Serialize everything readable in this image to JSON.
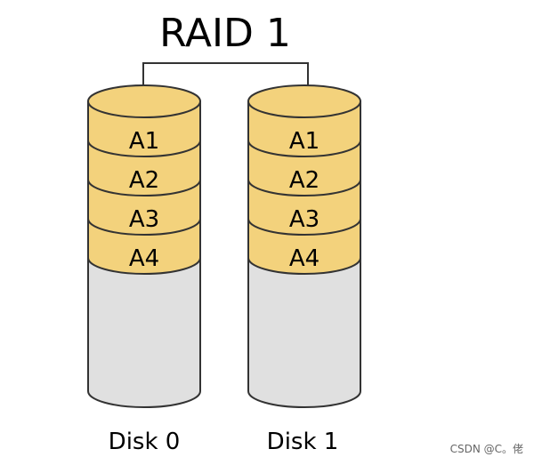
{
  "title": "RAID 1",
  "disks": [
    {
      "name": "Disk 0",
      "blocks": [
        "A1",
        "A2",
        "A3",
        "A4"
      ]
    },
    {
      "name": "Disk 1",
      "blocks": [
        "A1",
        "A2",
        "A3",
        "A4"
      ]
    }
  ],
  "watermark": "CSDN @C。佬",
  "colors": {
    "block_fill": "#f3d27c",
    "empty_fill": "#e0e0e0",
    "stroke": "#333333",
    "text": "#000000"
  }
}
